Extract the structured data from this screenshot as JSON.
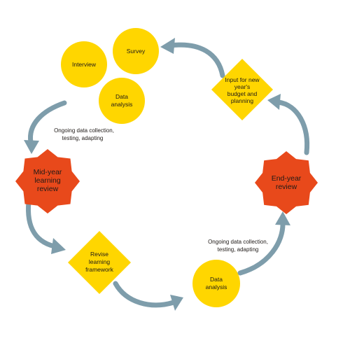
{
  "colors": {
    "yellow": "#FFD600",
    "red": "#E8491B",
    "arrow": "#7E9DAB",
    "text": "#1F1A17"
  },
  "nodes": {
    "interview": "Interview",
    "survey": "Survey",
    "data_analysis_top": [
      "Data",
      "analysis"
    ],
    "input_budget": [
      "Input for new",
      "year's",
      "budget and",
      "planning"
    ],
    "mid_year": [
      "Mid-year",
      "learning",
      "review"
    ],
    "end_year": [
      "End-year",
      "review"
    ],
    "revise_framework": [
      "Revise",
      "learning",
      "framework"
    ],
    "data_analysis_bottom": [
      "Data",
      "analysis"
    ]
  },
  "notes": {
    "ongoing_left": [
      "Ongoing data collection,",
      "testing, adapting"
    ],
    "ongoing_right": [
      "Ongoing data collection,",
      "testing, adapting"
    ]
  }
}
